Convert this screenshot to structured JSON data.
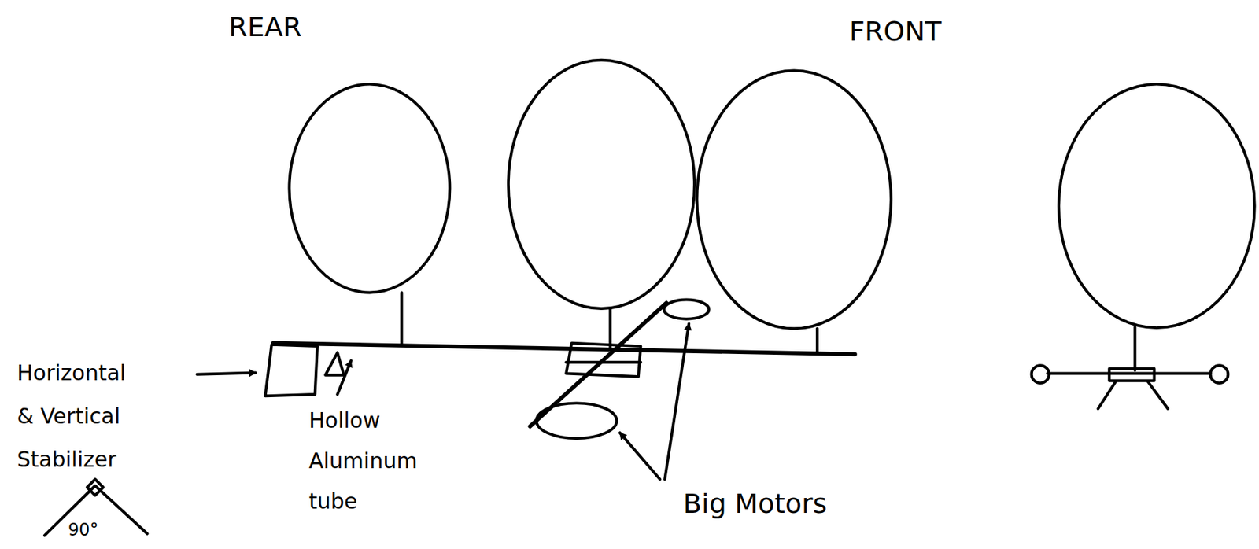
{
  "diagram": {
    "labels": [
      "REAR",
      "FRONT",
      "Horizontal & Vertical Stabilizer",
      "Hollow Aluminum tube",
      "Big Motors",
      "90°"
    ]
  }
}
